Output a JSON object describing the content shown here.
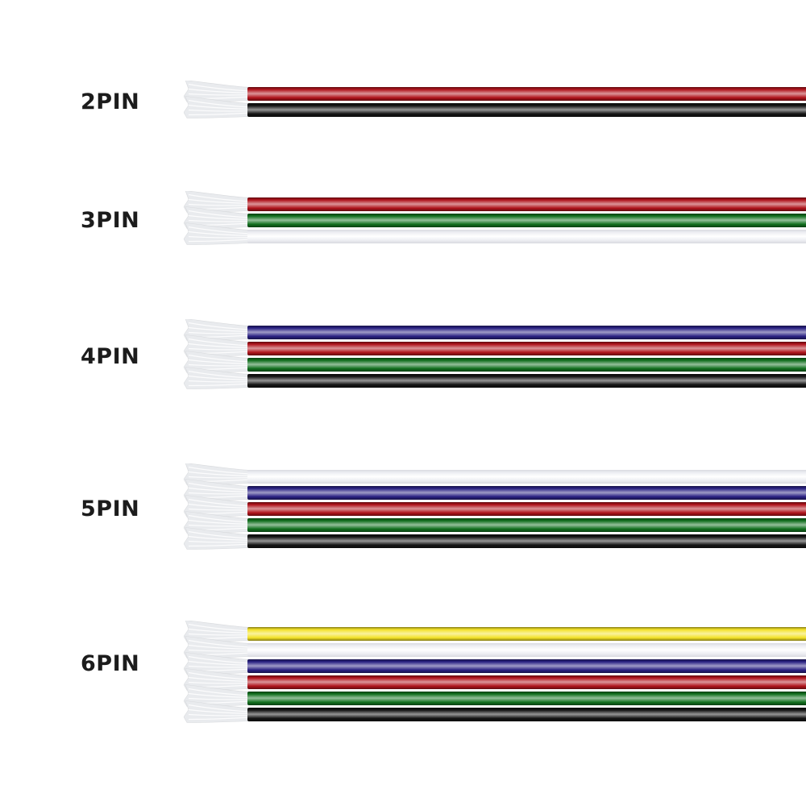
{
  "groups": [
    {
      "label": "2PIN",
      "wires": [
        "red",
        "black"
      ]
    },
    {
      "label": "3PIN",
      "wires": [
        "red",
        "green",
        "white"
      ]
    },
    {
      "label": "4PIN",
      "wires": [
        "blue",
        "red",
        "green",
        "black"
      ]
    },
    {
      "label": "5PIN",
      "wires": [
        "white",
        "blue",
        "red",
        "green",
        "black"
      ]
    },
    {
      "label": "6PIN",
      "wires": [
        "yellow",
        "white",
        "blue",
        "red",
        "green",
        "black"
      ]
    }
  ],
  "colors": {
    "red": "#b0141c",
    "black": "#151515",
    "green": "#12701f",
    "white": "#ecedf2",
    "blue": "#2a2183",
    "yellow": "#f3e227"
  }
}
